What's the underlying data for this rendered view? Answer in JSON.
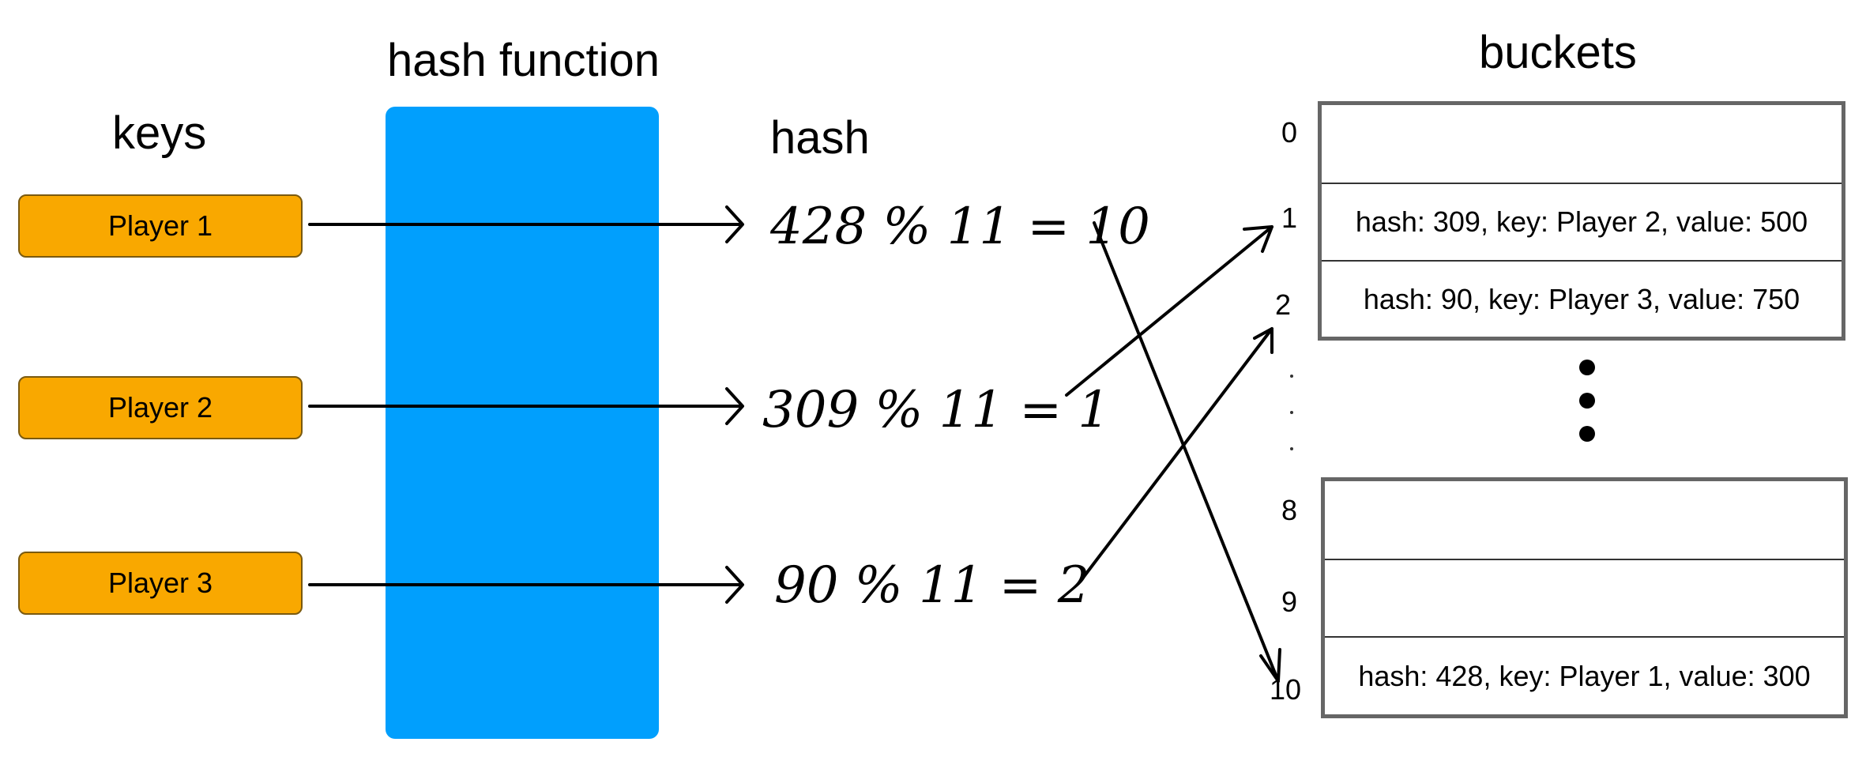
{
  "headings": {
    "keys": "keys",
    "hash_function": "hash function",
    "hash": "hash",
    "buckets": "buckets"
  },
  "keys": [
    "Player 1",
    "Player 2",
    "Player 3"
  ],
  "hash_expressions": [
    "428 % 11 = 10",
    "309 % 11 = 1",
    "90 % 11 = 2"
  ],
  "bucket_indices": [
    "0",
    "1",
    "2",
    "8",
    "9",
    "10"
  ],
  "buckets": {
    "b0": "",
    "b1": "hash: 309, key: Player 2, value: 500",
    "b2": "hash: 90, key: Player 3, value: 750",
    "b8": "",
    "b9": "",
    "b10": "hash: 428, key: Player 1, value: 300"
  },
  "colors": {
    "key_box": "#f9a800",
    "hash_function_block": "#019ffd",
    "bucket_border": "#666666"
  }
}
